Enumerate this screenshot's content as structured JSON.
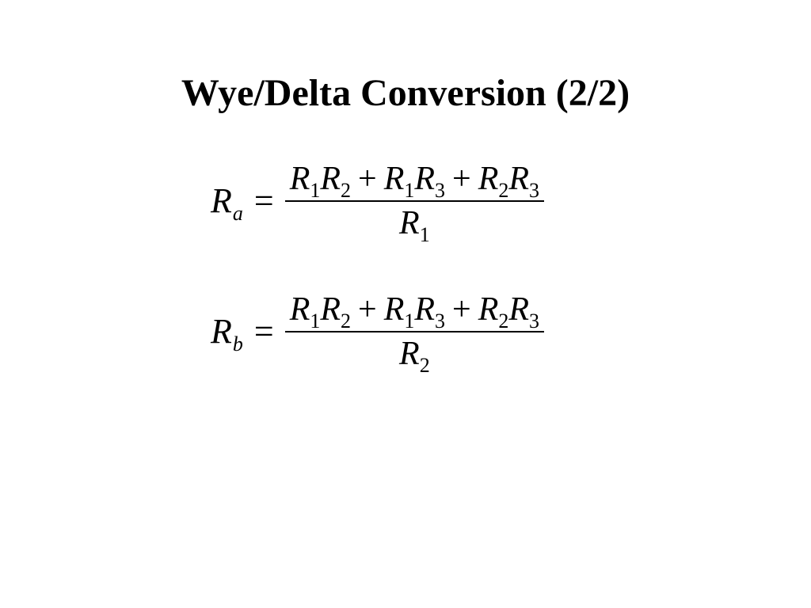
{
  "slide": {
    "title": "Wye/Delta Conversion (2/2)"
  },
  "equations": [
    {
      "lhs_symbol": "R",
      "lhs_subscript": "a",
      "equals": "=",
      "numerator": [
        {
          "symbol": "R",
          "subscript": "1"
        },
        {
          "symbol": "R",
          "subscript": "2"
        },
        {
          "op": "+"
        },
        {
          "symbol": "R",
          "subscript": "1"
        },
        {
          "symbol": "R",
          "subscript": "3"
        },
        {
          "op": "+"
        },
        {
          "symbol": "R",
          "subscript": "2"
        },
        {
          "symbol": "R",
          "subscript": "3"
        }
      ],
      "denominator_symbol": "R",
      "denominator_subscript": "1"
    },
    {
      "lhs_symbol": "R",
      "lhs_subscript": "b",
      "equals": "=",
      "numerator": [
        {
          "symbol": "R",
          "subscript": "1"
        },
        {
          "symbol": "R",
          "subscript": "2"
        },
        {
          "op": "+"
        },
        {
          "symbol": "R",
          "subscript": "1"
        },
        {
          "symbol": "R",
          "subscript": "3"
        },
        {
          "op": "+"
        },
        {
          "symbol": "R",
          "subscript": "2"
        },
        {
          "symbol": "R",
          "subscript": "3"
        }
      ],
      "denominator_symbol": "R",
      "denominator_subscript": "2"
    }
  ]
}
